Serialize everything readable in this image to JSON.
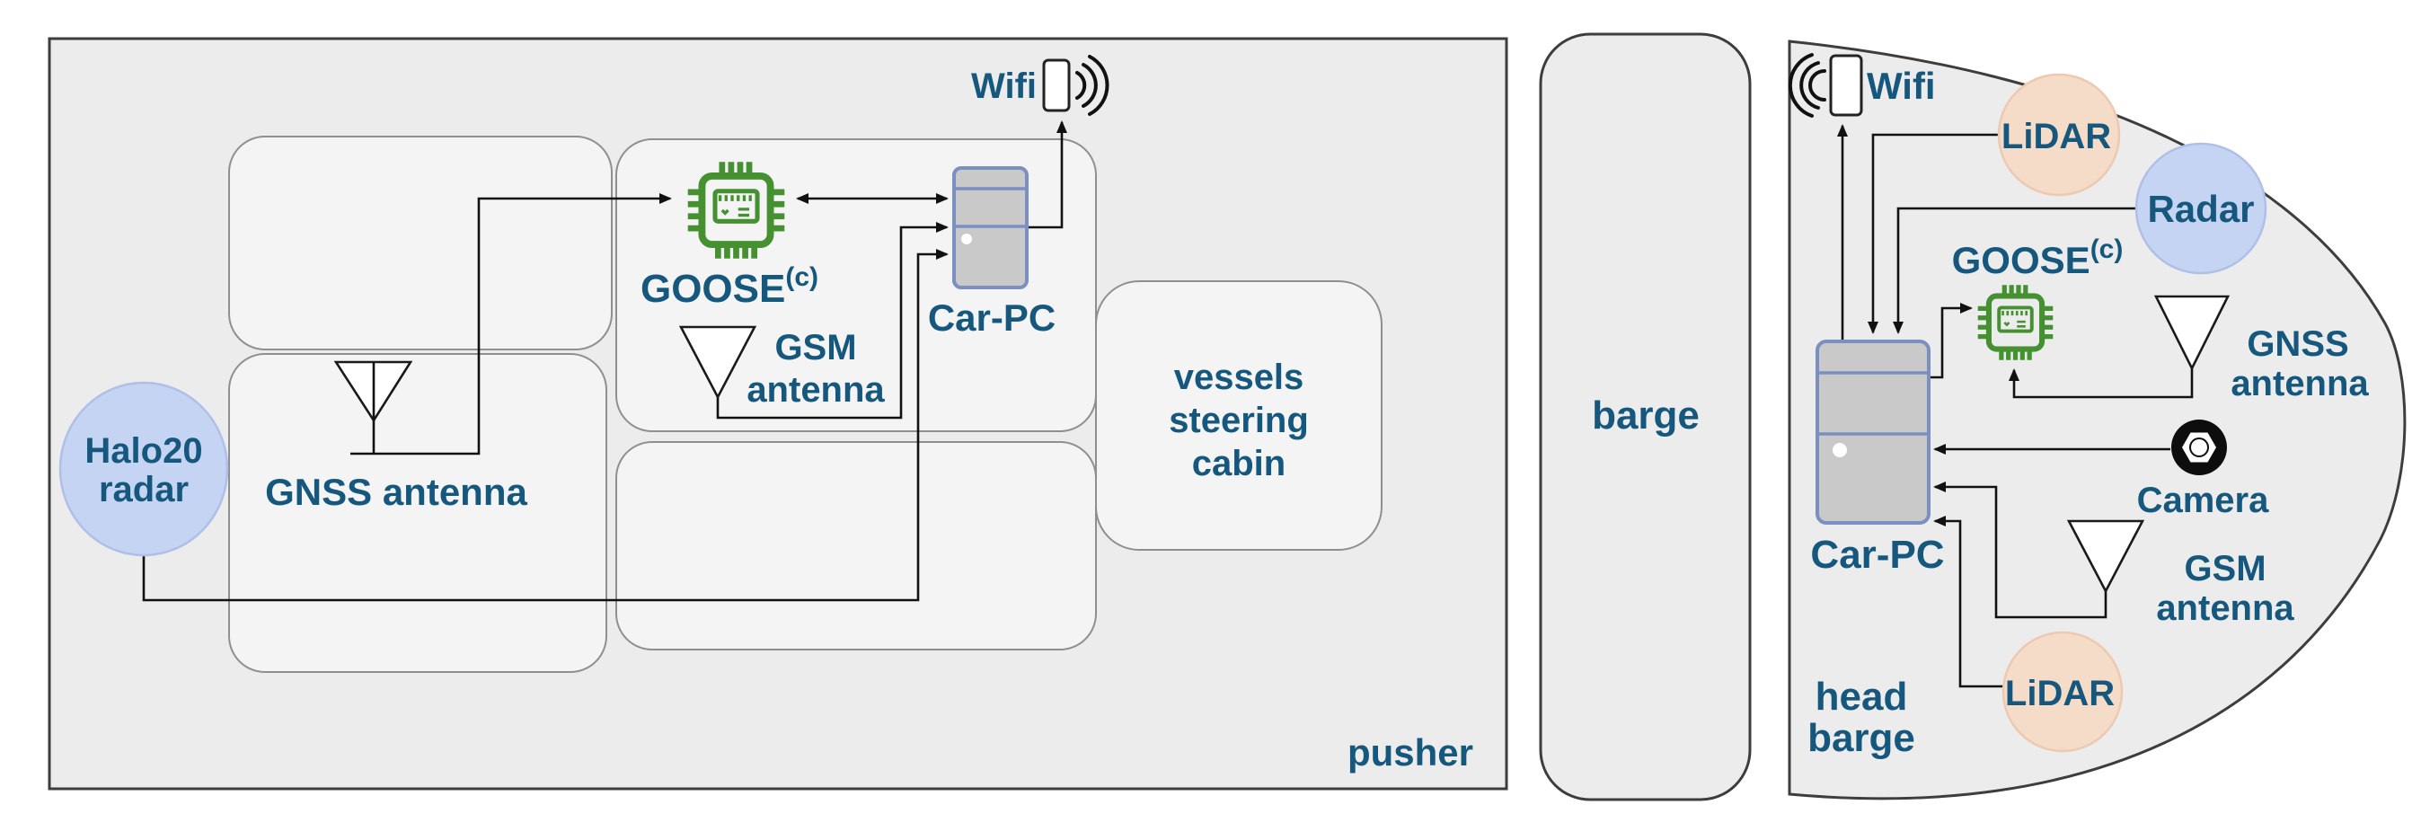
{
  "colors": {
    "label_text": "#16577d",
    "chip_green": "#459131",
    "node_blue_fill": "#c5d4f2",
    "node_tan_fill": "#f5dcc8",
    "carpc_border": "#7b8fc0",
    "vessel_fill": "#ececec"
  },
  "pusher": {
    "label": "pusher",
    "halo20": {
      "line1": "Halo20",
      "line2": "radar"
    },
    "gnss_label": "GNSS antenna",
    "goose": {
      "name": "GOOSE",
      "sup": "(c)"
    },
    "gsm": {
      "line1": "GSM",
      "line2": "antenna"
    },
    "carpc_label": "Car-PC",
    "wifi_label": "Wifi",
    "cabin": {
      "line1": "vessels",
      "line2": "steering",
      "line3": "cabin"
    }
  },
  "barge": {
    "label": "barge"
  },
  "head_barge": {
    "label": {
      "line1": "head",
      "line2": "barge"
    },
    "wifi_label": "Wifi",
    "lidar_top_label": "LiDAR",
    "radar_label": "Radar",
    "goose": {
      "name": "GOOSE",
      "sup": "(c)"
    },
    "gnss": {
      "line1": "GNSS",
      "line2": "antenna"
    },
    "camera_label": "Camera",
    "gsm": {
      "line1": "GSM",
      "line2": "antenna"
    },
    "lidar_bottom_label": "LiDAR",
    "carpc_label": "Car-PC"
  }
}
